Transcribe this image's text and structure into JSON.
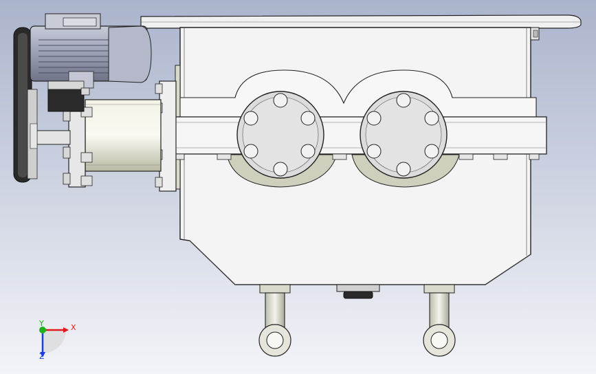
{
  "viewport": {
    "background_top": "#aab4cc",
    "background_bottom": "#f3f4f8",
    "line_color": "#222222",
    "body_fill": "#f2f2f2",
    "shade_fill": "#cfcfbd",
    "motor_fill": "#9ea3b8"
  },
  "triad": {
    "x_label": "X",
    "y_label": "Y",
    "z_label": "Z",
    "x_color": "#e01b1b",
    "y_color": "#1db31d",
    "z_color": "#1b3fe0"
  },
  "icons": {
    "triad": "coordinate-triad-icon"
  }
}
